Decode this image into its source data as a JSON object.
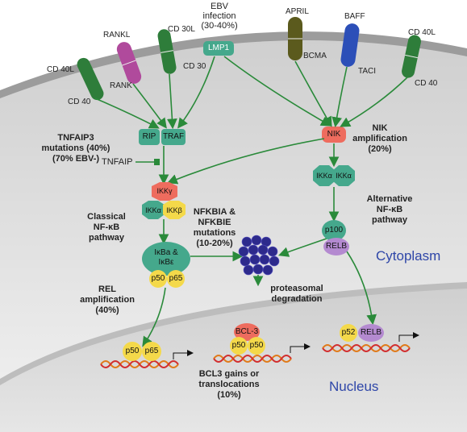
{
  "receptors": {
    "rankl": "RANKL",
    "cd30l": "CD 30L",
    "cd30": "CD 30",
    "cd40l_left": "CD 40L",
    "rank": "RANK",
    "cd40_left": "CD 40",
    "april": "APRIL",
    "bcma": "BCMA",
    "baff": "BAFF",
    "taci": "TACI",
    "cd40l_right": "CD 40L",
    "cd40_right": "CD 40"
  },
  "ebv": {
    "label": "EBV\ninfection\n(30-40%)",
    "lmp1": "LMP1"
  },
  "adaptors": {
    "rip": "RIP",
    "traf": "TRAF",
    "tnfaip": "TNFAIP",
    "nik": "NIK"
  },
  "kinases": {
    "ikkg": "IKKγ",
    "ikka": "IKKα",
    "ikkb": "IKKβ",
    "ikka_alt1": "IKKα",
    "ikka_alt2": "IKKα"
  },
  "inhibitors": {
    "ikba": "IκBa &\nIκBε"
  },
  "subunits": {
    "p50_cyto": "p50",
    "p65_cyto": "p65",
    "p100": "p100",
    "relb_cyto": "RELB",
    "p50_nuc": "p50",
    "p65_nuc": "p65",
    "bcl3": "BCL-3",
    "p50_bcl_a": "p50",
    "p50_bcl_b": "p50",
    "p52": "p52",
    "relb_nuc": "RELB"
  },
  "annotations": {
    "tnfaip3": "TNFAIP3\nmutations (40%)\n(70% EBV-)",
    "nik_amp": "NIK\namplification\n(20%)",
    "classical": "Classical\nNF-κB\npathway",
    "nfkbia": "NFKBIA &\nNFKBIE\nmutations\n(10-20%)",
    "alternative": "Alternative\nNF-κB\npathway",
    "rel_amp": "REL\namplification\n(40%)",
    "proteasomal": "proteasomal\ndegradation",
    "bcl3_gains": "BCL3 gains or\ntranslocations\n(10%)"
  },
  "regions": {
    "cytoplasm": "Cytoplasm",
    "nucleus": "Nucleus"
  },
  "colors": {
    "membrane": "#9c9c9c",
    "cytoplasm": "#e6e6e6",
    "nucleus": "#d8d8d8",
    "receptor_green": "#2e7d3a",
    "receptor_purple": "#b04a9c",
    "receptor_olive": "#5b5a1d",
    "receptor_blue": "#2c4fb8",
    "teal": "#45a88c",
    "salmon": "#ee6c5e",
    "yellow": "#f4d94a",
    "purple_relb": "#b48ad0",
    "proteasome": "#2d2a8c",
    "arrow": "#2a8a3a",
    "region_text": "#2e46a8"
  }
}
